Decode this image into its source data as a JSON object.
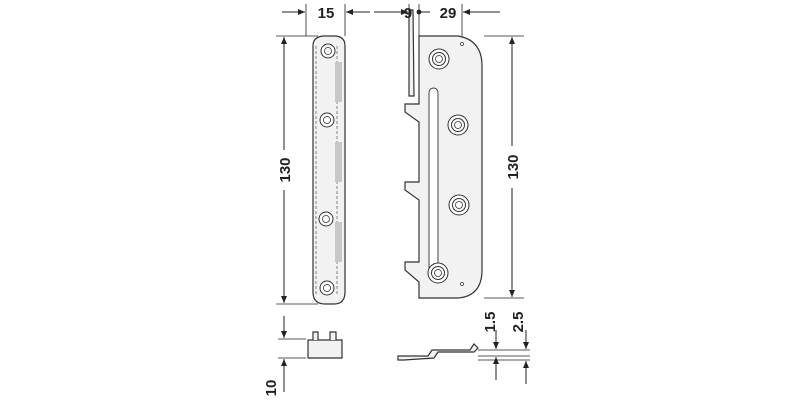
{
  "dimensions": {
    "side_width": "15",
    "offset": "9",
    "front_width": "29",
    "side_height": "130",
    "front_height": "130",
    "thickness_small": "1.5",
    "thickness_large": "2.5",
    "hook_height": "10"
  }
}
